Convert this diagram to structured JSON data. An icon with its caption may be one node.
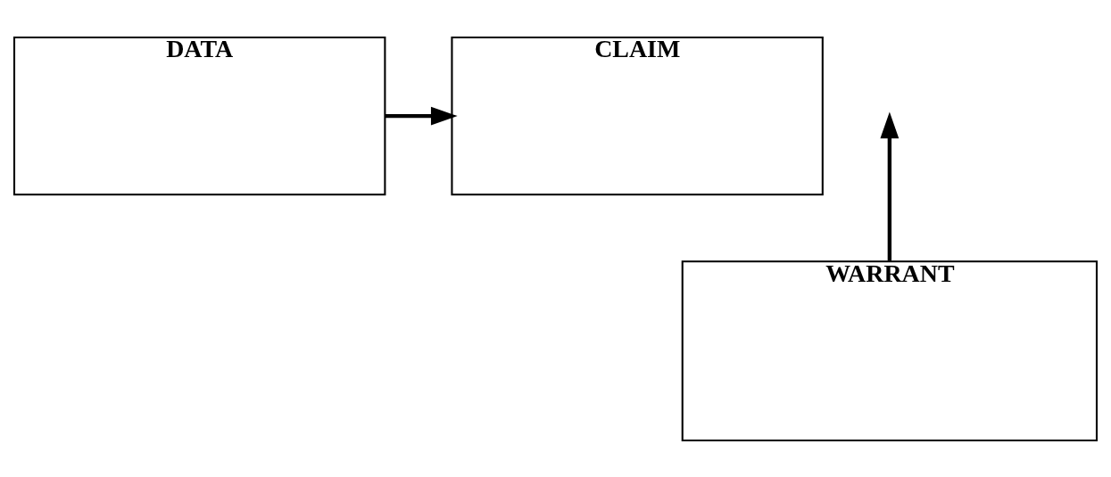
{
  "diagram": {
    "nodes": [
      {
        "text": [
          "DATA"
        ]
      },
      {
        "text": [
          "CLAIM"
        ]
      },
      {
        "text": [
          "WARRANT"
        ]
      }
    ],
    "edges": [
      {
        "from": 0,
        "to": 1,
        "arrow": "to"
      },
      {
        "from": 2,
        "to": null,
        "arrow": "to"
      }
    ]
  }
}
